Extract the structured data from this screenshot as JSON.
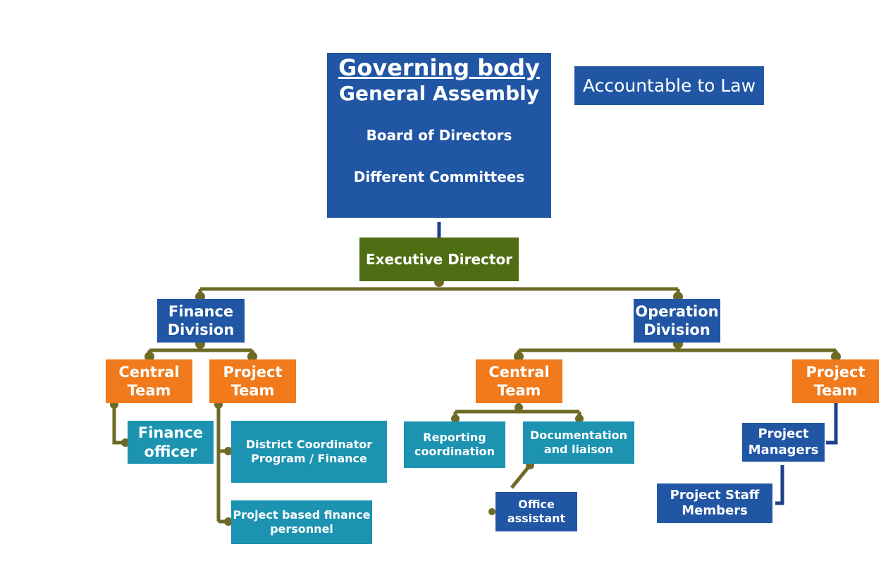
{
  "governing": {
    "title": "Governing body",
    "subtitle": "General Assembly",
    "line1": "Board of Directors",
    "line2": "Different Committees"
  },
  "accountable": "Accountable to Law",
  "executive": "Executive Director",
  "finance_division": {
    "l1": "Finance",
    "l2": "Division"
  },
  "operation_division": {
    "l1": "Operation",
    "l2": "Division"
  },
  "finance_central": {
    "l1": "Central",
    "l2": "Team"
  },
  "finance_project": {
    "l1": "Project",
    "l2": "Team"
  },
  "operation_central": {
    "l1": "Central",
    "l2": "Team"
  },
  "operation_project": {
    "l1": "Project",
    "l2": "Team"
  },
  "finance_officer": {
    "l1": "Finance",
    "l2": "officer"
  },
  "district_coordinator": {
    "l1": "District Coordinator",
    "l2": "Program / Finance"
  },
  "project_finance": {
    "l1": "Project based finance",
    "l2": "personnel"
  },
  "reporting": {
    "l1": "Reporting",
    "l2": "coordination"
  },
  "documentation": {
    "l1": "Documentation",
    "l2": "and liaison"
  },
  "office_assistant": {
    "l1": "Office",
    "l2": "assistant"
  },
  "project_managers": {
    "l1": "Project",
    "l2": "Managers"
  },
  "project_staff": {
    "l1": "Project Staff",
    "l2": "Members"
  },
  "colors": {
    "governing_blue": "#2156a5",
    "executive_green": "#4f6e14",
    "team_orange": "#f07a1c",
    "staff_teal": "#1b93b1",
    "connector_olive": "#6e6a26"
  }
}
